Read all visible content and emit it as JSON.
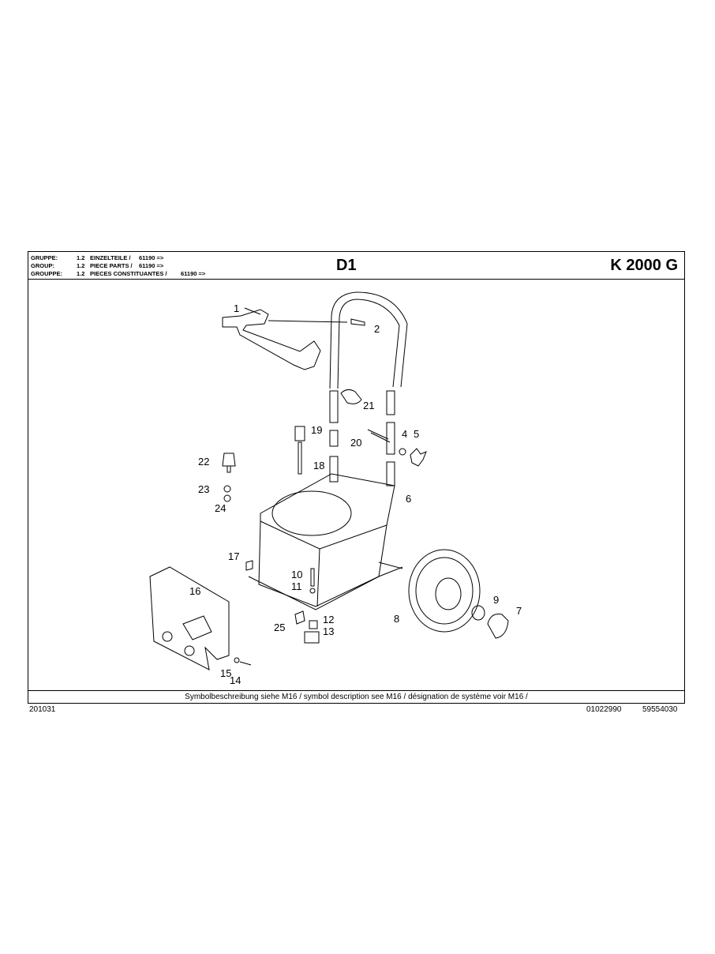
{
  "header": {
    "groups": [
      {
        "label": "GRUPPE:",
        "num": "1.2",
        "name": "EINZELTEILE /",
        "code": "61190 =>"
      },
      {
        "label": "GROUP:",
        "num": "1.2",
        "name": "PIECE PARTS /",
        "code": "61190 =>"
      },
      {
        "label": "GROUPPE:",
        "num": "1.2",
        "name": "PIECES CONSTITUANTES /",
        "code": "61190 =>"
      }
    ],
    "sheet_code": "D1",
    "model": "K 2000 G"
  },
  "callouts": [
    "1",
    "2",
    "4",
    "5",
    "6",
    "7",
    "8",
    "9",
    "10",
    "11",
    "12",
    "13",
    "14",
    "15",
    "16",
    "17",
    "18",
    "19",
    "20",
    "21",
    "22",
    "23",
    "24",
    "25"
  ],
  "footer": {
    "symbol_note": "Symbolbeschreibung siehe M16 / symbol description see M16 / désignation de système voir M16 /",
    "date_code": "201031",
    "doc_number": "01022990",
    "part_number": "59554030"
  }
}
